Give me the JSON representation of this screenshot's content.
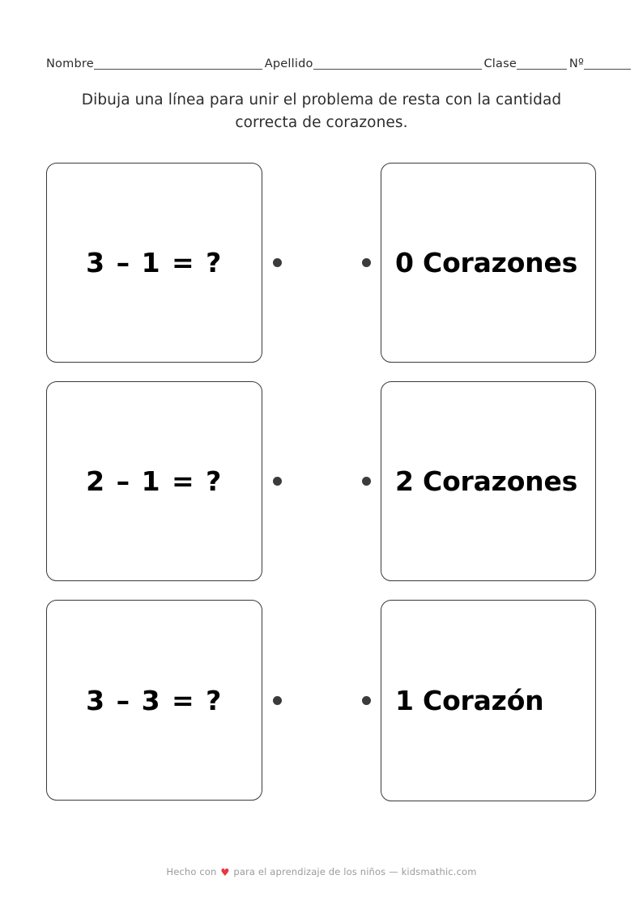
{
  "header": {
    "fields": [
      {
        "label": "Nombre",
        "rule": "long"
      },
      {
        "label": "Apellido",
        "rule": "long"
      },
      {
        "label": "Clase",
        "rule": "short"
      },
      {
        "label": "Nº",
        "rule": "short"
      }
    ]
  },
  "instructions": {
    "line1": "Dibuja una línea para unir el problema de resta con la cantidad",
    "line2": "correcta de corazones."
  },
  "board": {
    "rows": [
      {
        "problem": "3 – 1 = ?",
        "answer": "0 Corazones"
      },
      {
        "problem": "2 – 1 = ?",
        "answer": "2 Corazones"
      },
      {
        "problem": "3 – 3 = ?",
        "answer": "1 Corazón"
      }
    ]
  },
  "footer": {
    "before_heart": "Hecho con",
    "heart": "♥",
    "after_heart": "para el aprendizaje de los niños — kidsmathic.com"
  },
  "colors": {
    "ink": "#000000",
    "border": "#3a3a3a",
    "dot": "#3b3b3b",
    "heart": "#e8363f",
    "footer_text": "#9b9b9b"
  }
}
